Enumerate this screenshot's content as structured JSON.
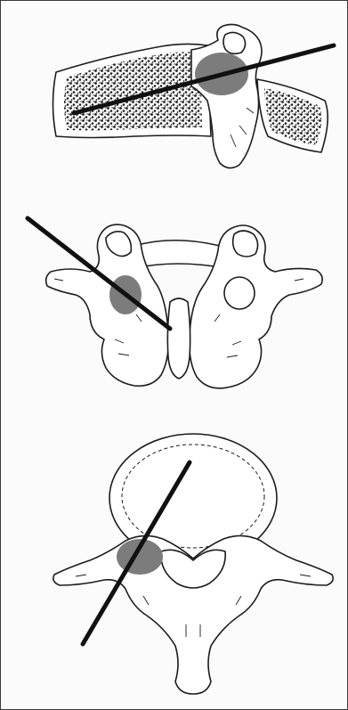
{
  "figure": {
    "panels": [
      {
        "view": "lateral",
        "target_marker": "filled"
      },
      {
        "view": "posterior",
        "target_markers": [
          "filled",
          "open"
        ]
      },
      {
        "view": "axial",
        "target_marker": "filled"
      }
    ]
  },
  "colors": {
    "ink": "#1c1c1c",
    "bone_fill": "#ffffff",
    "target_fill": "#7c7c7c",
    "needle": "#111111",
    "frame": "#3a3a3a",
    "background": "#fbfbfb"
  }
}
